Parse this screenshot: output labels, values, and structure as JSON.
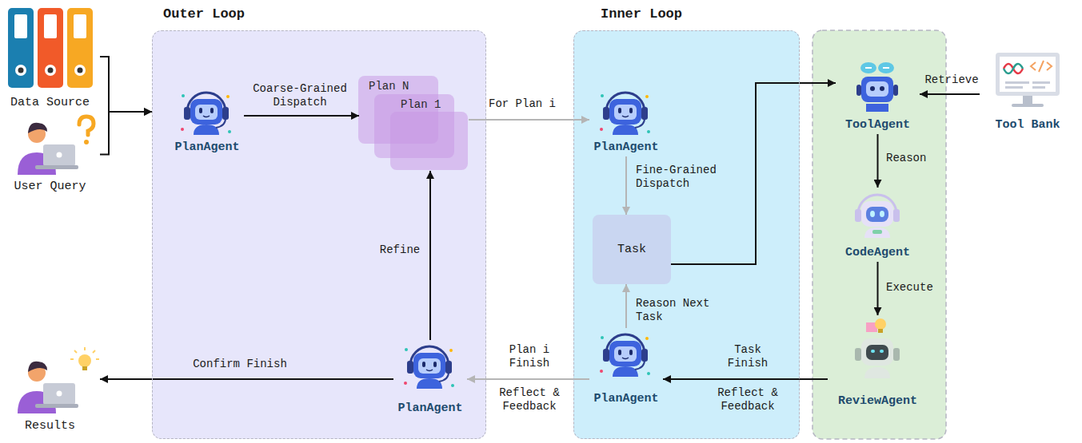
{
  "diagram": {
    "nodes": [
      {
        "text": [
          "Data Source"
        ]
      },
      {
        "text": [
          "User Query"
        ]
      },
      {
        "text": [
          "Outer Loop"
        ]
      },
      {
        "text": [
          "PlanAgent"
        ],
        "in": 2
      },
      {
        "text": [
          "Plan N",
          "Plan 1"
        ],
        "in": 2
      },
      {
        "text": [
          "Inner Loop"
        ]
      },
      {
        "text": [
          "PlanAgent"
        ],
        "in": 5
      },
      {
        "text": [
          "Task"
        ],
        "in": 5
      },
      {
        "text": [
          "PlanAgent"
        ],
        "in": 5
      },
      {
        "text": [
          "ToolAgent"
        ]
      },
      {
        "text": [
          "CodeAgent"
        ]
      },
      {
        "text": [
          "ReviewAgent"
        ]
      },
      {
        "text": [
          "Tool Bank"
        ]
      },
      {
        "text": [
          "PlanAgent"
        ],
        "in": 2
      },
      {
        "text": [
          "Results"
        ]
      }
    ],
    "edges": [
      {
        "from": 0,
        "to": 2,
        "arrow": "to"
      },
      {
        "from": 1,
        "to": 2,
        "arrow": "to"
      },
      {
        "from": 3,
        "to": 4,
        "label": "Coarse-Grained Dispatch",
        "arrow": "to"
      },
      {
        "from": 4,
        "to": 6,
        "label": "For Plan i",
        "arrow": "to"
      },
      {
        "from": 6,
        "to": 7,
        "label": "Fine-Grained Dispatch",
        "arrow": "to"
      },
      {
        "from": 7,
        "to": 9,
        "arrow": "to"
      },
      {
        "from": 12,
        "to": 9,
        "label": "Retrieve",
        "arrow": "to"
      },
      {
        "from": 9,
        "to": 10,
        "label": "Reason",
        "arrow": "to"
      },
      {
        "from": 10,
        "to": 11,
        "label": "Execute",
        "arrow": "to"
      },
      {
        "from": 11,
        "to": 8,
        "label": "Task Finish",
        "arrow": "to"
      },
      {
        "from": 8,
        "to": 7,
        "label": "Reason Next Task",
        "arrow": "to"
      },
      {
        "from": 8,
        "to": 13,
        "label": "Plan i Finish",
        "arrow": "to"
      },
      {
        "from": 13,
        "to": 4,
        "label": "Refine",
        "arrow": "to"
      },
      {
        "from": 13,
        "to": 14,
        "label": "Confirm Finish",
        "arrow": "to"
      }
    ],
    "labels": [
      "Reflect & Feedback",
      "Reflect & Feedback"
    ]
  }
}
